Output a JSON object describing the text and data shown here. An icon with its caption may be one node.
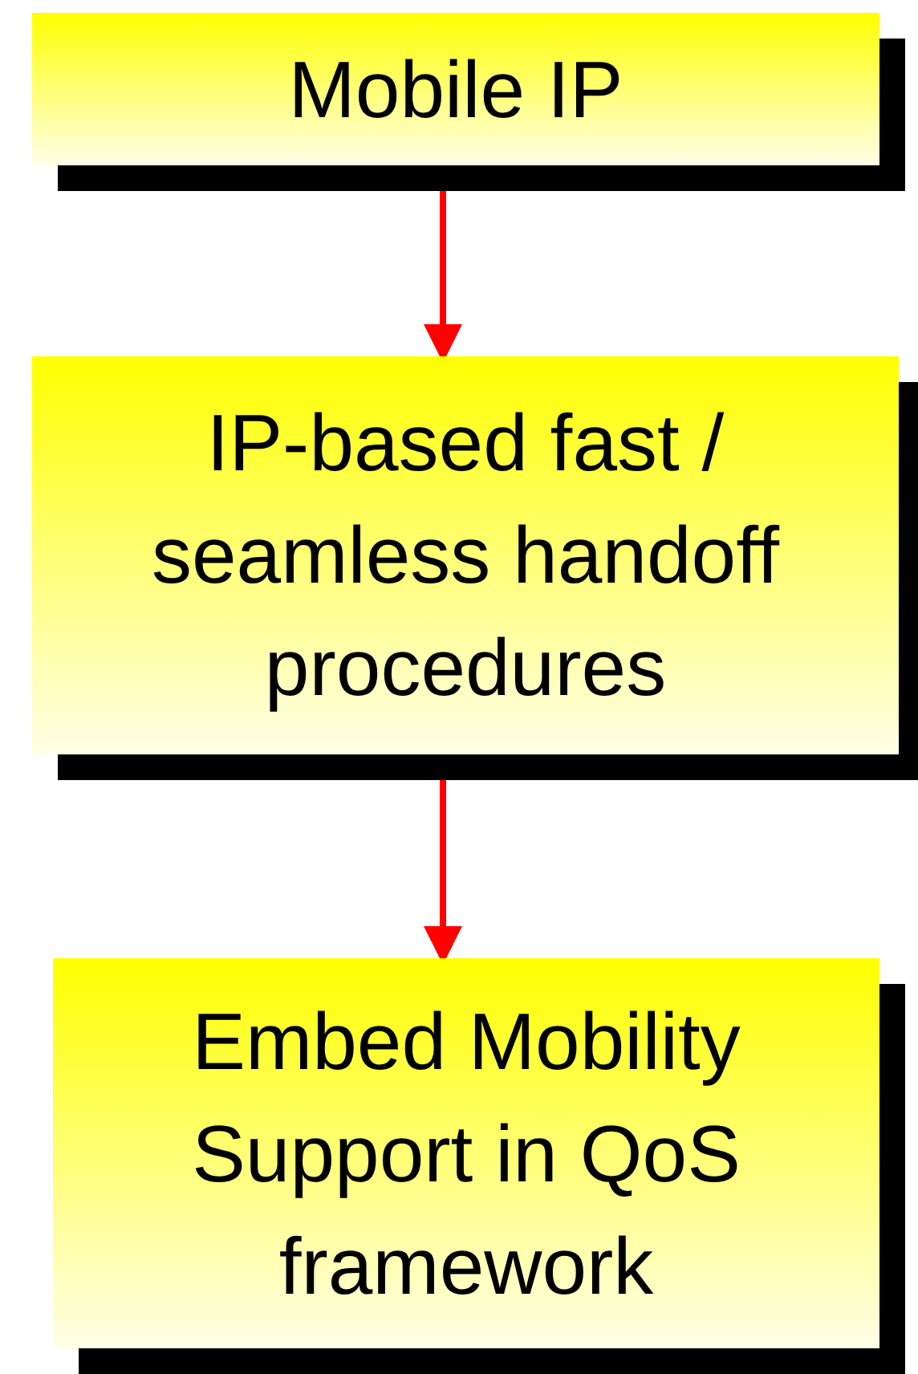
{
  "diagram": {
    "nodes": [
      {
        "text": [
          "Mobile IP"
        ]
      },
      {
        "text": [
          "IP-based fast / seamless handoff procedures"
        ]
      },
      {
        "text": [
          "Embed Mobility Support in QoS framework"
        ]
      }
    ],
    "edges": [
      {
        "from": 0,
        "to": 1,
        "arrow": "to"
      },
      {
        "from": 1,
        "to": 2,
        "arrow": "to"
      }
    ]
  }
}
